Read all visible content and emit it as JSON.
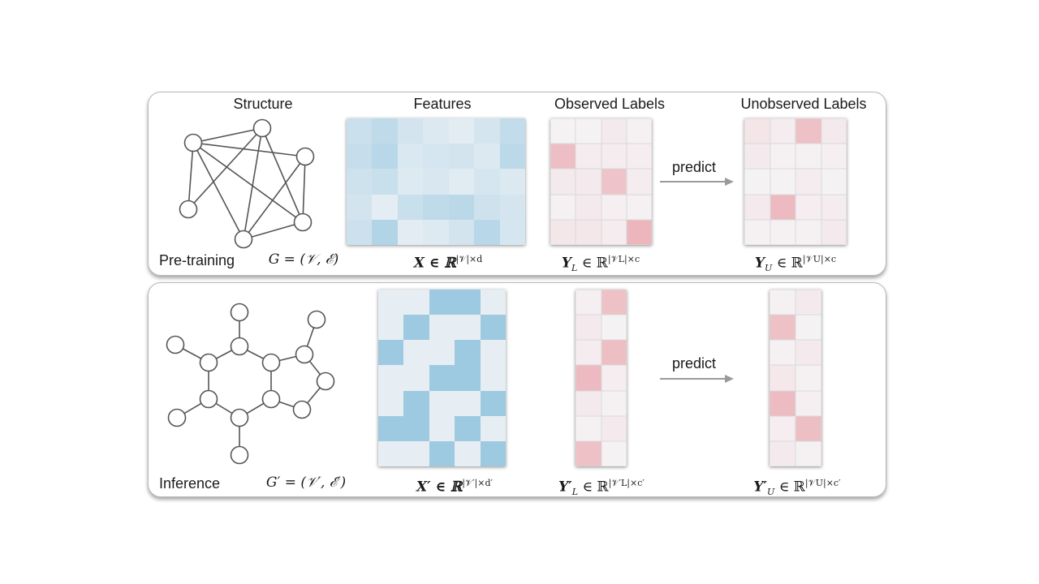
{
  "headers": {
    "structure": "Structure",
    "features": "Features",
    "observed": "Observed Labels",
    "unobserved": "Unobserved Labels"
  },
  "pretraining": {
    "phase_label": "Pre-training",
    "graph_formula": "G = (𝒱, ℰ)",
    "features_formula": "X ∈ ℝ",
    "features_formula_sup": "|𝒱|×d",
    "observed_formula": "Y",
    "observed_formula_sub": "L",
    "observed_formula_rest": " ∈ ℝ",
    "observed_formula_sup": "|𝒱L|×c",
    "unobserved_formula": "Y",
    "unobserved_formula_sub": "U",
    "unobserved_formula_rest": " ∈ ℝ",
    "unobserved_formula_sup": "|𝒱U|×c",
    "predict_label": "predict"
  },
  "inference": {
    "phase_label": "Inference",
    "graph_formula": "G′ = (𝒱′, ℰ′)",
    "features_formula": "X′ ∈ ℝ",
    "features_formula_sup": "|𝒱′|×d′",
    "observed_formula": "Y′",
    "observed_formula_sub": "L",
    "observed_formula_rest": " ∈ ℝ",
    "observed_formula_sup": "|𝒱′L|×c′",
    "unobserved_formula": "Y′",
    "unobserved_formula_sub": "U",
    "unobserved_formula_rest": " ∈ ℝ",
    "unobserved_formula_sup": "|𝒱U|×c′",
    "predict_label": "predict"
  },
  "colors": {
    "blue_base": "#9ecae1",
    "red_base": "#e8a0a8",
    "edge": "#555555",
    "arrow": "#9a9a9a"
  },
  "matrices": {
    "pre_features": [
      [
        0.5,
        0.62,
        0.4,
        0.3,
        0.22,
        0.38,
        0.58
      ],
      [
        0.55,
        0.7,
        0.32,
        0.36,
        0.4,
        0.3,
        0.66
      ],
      [
        0.45,
        0.52,
        0.28,
        0.34,
        0.25,
        0.36,
        0.3
      ],
      [
        0.4,
        0.2,
        0.52,
        0.62,
        0.68,
        0.45,
        0.38
      ],
      [
        0.48,
        0.78,
        0.22,
        0.28,
        0.4,
        0.7,
        0.36
      ]
    ],
    "pre_observed": [
      [
        0.05,
        0.05,
        0.15,
        0.06
      ],
      [
        0.65,
        0.12,
        0.12,
        0.1
      ],
      [
        0.15,
        0.14,
        0.58,
        0.12
      ],
      [
        0.06,
        0.15,
        0.08,
        0.07
      ],
      [
        0.18,
        0.18,
        0.12,
        0.75
      ]
    ],
    "pre_unobserved": [
      [
        0.2,
        0.12,
        0.62,
        0.15
      ],
      [
        0.14,
        0.06,
        0.06,
        0.08
      ],
      [
        0.05,
        0.05,
        0.12,
        0.05
      ],
      [
        0.15,
        0.7,
        0.1,
        0.12
      ],
      [
        0.06,
        0.06,
        0.06,
        0.15
      ]
    ],
    "inf_features": [
      [
        0,
        0,
        1,
        1,
        0
      ],
      [
        0,
        1,
        0,
        0,
        1
      ],
      [
        1,
        0,
        0,
        1,
        0
      ],
      [
        0,
        0,
        1,
        1,
        0
      ],
      [
        0,
        1,
        0,
        0,
        1
      ],
      [
        1,
        1,
        0,
        1,
        0
      ],
      [
        0,
        0,
        1,
        0,
        1
      ]
    ],
    "inf_observed": [
      [
        0.08,
        0.62
      ],
      [
        0.15,
        0.05
      ],
      [
        0.12,
        0.65
      ],
      [
        0.7,
        0.1
      ],
      [
        0.14,
        0.06
      ],
      [
        0.06,
        0.14
      ],
      [
        0.62,
        0.05
      ]
    ],
    "inf_unobserved": [
      [
        0.06,
        0.14
      ],
      [
        0.62,
        0.05
      ],
      [
        0.06,
        0.14
      ],
      [
        0.16,
        0.06
      ],
      [
        0.68,
        0.08
      ],
      [
        0.1,
        0.65
      ],
      [
        0.14,
        0.06
      ]
    ]
  }
}
